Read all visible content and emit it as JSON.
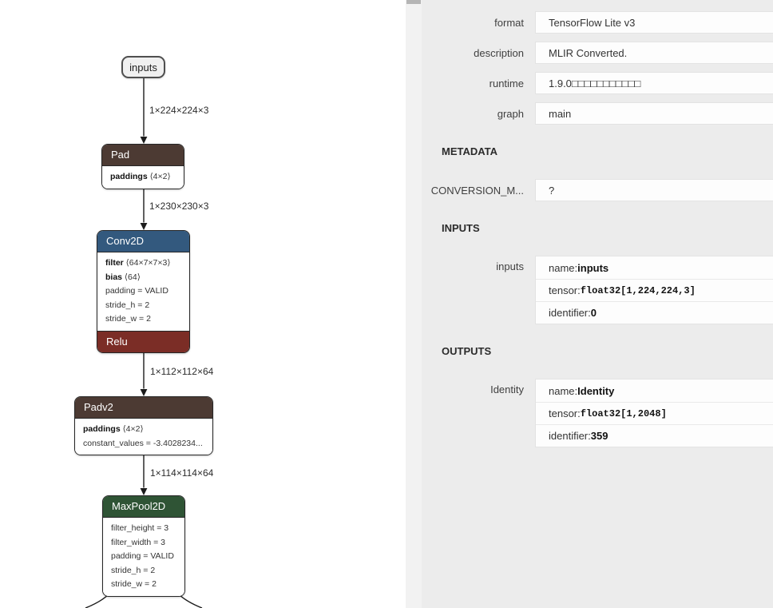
{
  "right_panel": {
    "properties": [
      {
        "label": "format",
        "value": "TensorFlow Lite v3"
      },
      {
        "label": "description",
        "value": "MLIR Converted."
      },
      {
        "label": "runtime",
        "value": "1.9.0□□□□□□□□□□□"
      },
      {
        "label": "graph",
        "value": "main"
      }
    ],
    "metadata_title": "METADATA",
    "metadata_row": {
      "label": "CONVERSION_M...",
      "value": "?"
    },
    "inputs_title": "INPUTS",
    "inputs_group": {
      "arg": "inputs",
      "name_label": "name: ",
      "name_value": "inputs",
      "tensor_label": "tensor: ",
      "tensor_value": "float32[1,224,224,3]",
      "identifier_label": "identifier: ",
      "identifier_value": "0"
    },
    "outputs_title": "OUTPUTS",
    "outputs_group": {
      "arg": "Identity",
      "name_label": "name: ",
      "name_value": "Identity",
      "tensor_label": "tensor: ",
      "tensor_value": "float32[1,2048]",
      "identifier_label": "identifier: ",
      "identifier_value": "359"
    }
  },
  "graph": {
    "input_node_label": "inputs",
    "edge_labels": [
      "1×224×224×3",
      "1×230×230×3",
      "1×112×112×64",
      "1×114×114×64"
    ],
    "nodes": [
      {
        "title": "Pad",
        "header_color": "#4c3a33",
        "attrs": [
          {
            "name": "paddings",
            "value": " ⟨4×2⟩"
          }
        ]
      },
      {
        "title": "Conv2D",
        "header_color": "#33597e",
        "attrs": [
          {
            "name": "filter",
            "value": " ⟨64×7×7×3⟩"
          },
          {
            "name": "bias",
            "value": " ⟨64⟩"
          },
          {
            "name": "",
            "value": "padding = VALID"
          },
          {
            "name": "",
            "value": "stride_h = 2"
          },
          {
            "name": "",
            "value": "stride_w = 2"
          }
        ],
        "footer": "Relu",
        "footer_color": "#7b2d26"
      },
      {
        "title": "Padv2",
        "header_color": "#4c3a33",
        "attrs": [
          {
            "name": "paddings",
            "value": " ⟨4×2⟩"
          },
          {
            "name": "",
            "value": "constant_values = -3.4028234..."
          }
        ]
      },
      {
        "title": "MaxPool2D",
        "header_color": "#2f5435",
        "attrs": [
          {
            "name": "",
            "value": "filter_height = 3"
          },
          {
            "name": "",
            "value": "filter_width = 3"
          },
          {
            "name": "",
            "value": "padding = VALID"
          },
          {
            "name": "",
            "value": "stride_h = 2"
          },
          {
            "name": "",
            "value": "stride_w = 2"
          }
        ]
      }
    ]
  },
  "colors": {
    "edge": "#1c1c1c",
    "panel_bg": "#ececec"
  }
}
